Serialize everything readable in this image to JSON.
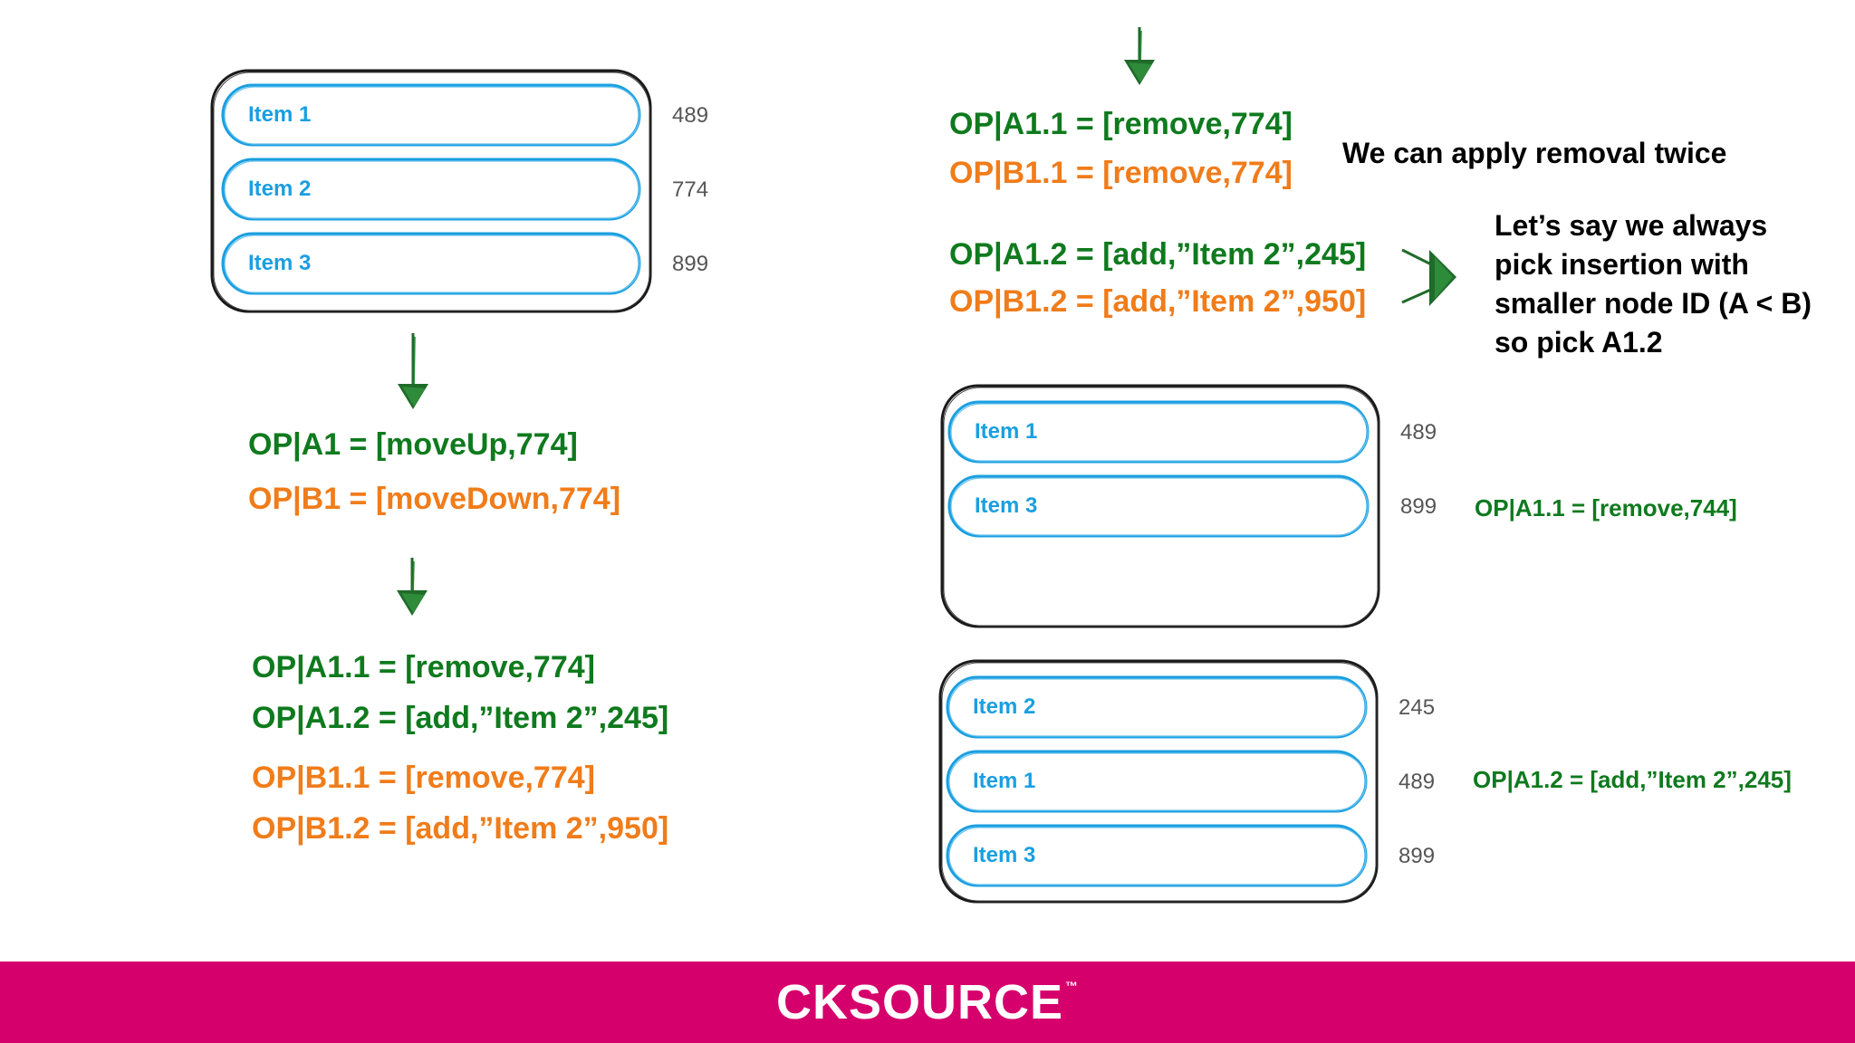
{
  "colors": {
    "green": "#0f7a1e",
    "orange": "#f07c1a",
    "item_blue": "#1a9fe0",
    "gray": "#555555",
    "footer_bg": "#d6006c"
  },
  "lists": {
    "initial": {
      "items": [
        {
          "label": "Item 1",
          "id": "489"
        },
        {
          "label": "Item 2",
          "id": "774"
        },
        {
          "label": "Item 3",
          "id": "899"
        }
      ]
    },
    "after_removal": {
      "items": [
        {
          "label": "Item 1",
          "id": "489"
        },
        {
          "label": "Item 3",
          "id": "899"
        }
      ]
    },
    "after_add": {
      "items": [
        {
          "label": "Item 2",
          "id": "245"
        },
        {
          "label": "Item 1",
          "id": "489"
        },
        {
          "label": "Item 3",
          "id": "899"
        }
      ]
    }
  },
  "ops_left": {
    "a1": "OP|A1 = [moveUp,774]",
    "b1": "OP|B1 = [moveDown,774]",
    "a11": "OP|A1.1 = [remove,774]",
    "a12": "OP|A1.2 = [add,”Item 2”,245]",
    "b11": "OP|B1.1 = [remove,774]",
    "b12": "OP|B1.2 = [add,”Item 2”,950]"
  },
  "ops_right": {
    "a11": "OP|A1.1 = [remove,774]",
    "b11": "OP|B1.1 = [remove,774]",
    "a12": "OP|A1.2 = [add,”Item 2”,245]",
    "b12": "OP|B1.2 = [add,”Item 2”,950]"
  },
  "notes": {
    "removal": "We can apply removal twice",
    "insertion": "Let’s say we always pick insertion with smaller node ID (A < B) so pick A1.2"
  },
  "side_ops": {
    "remove": "OP|A1.1 = [remove,744]",
    "add": "OP|A1.2 = [add,”Item 2”,245]"
  },
  "footer": {
    "logo_text": "CKSOURCE",
    "logo_tm": "™"
  }
}
